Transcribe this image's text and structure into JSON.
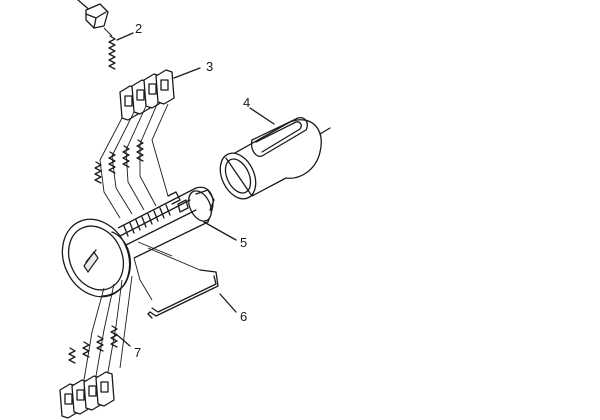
{
  "callouts": {
    "c2": "2",
    "c3": "3",
    "c4": "4",
    "c5": "5",
    "c6": "6",
    "c7": "7"
  },
  "colors": {
    "ink": "#1a1a1a",
    "background": "#ffffff",
    "shading": "#e9e9e9"
  }
}
